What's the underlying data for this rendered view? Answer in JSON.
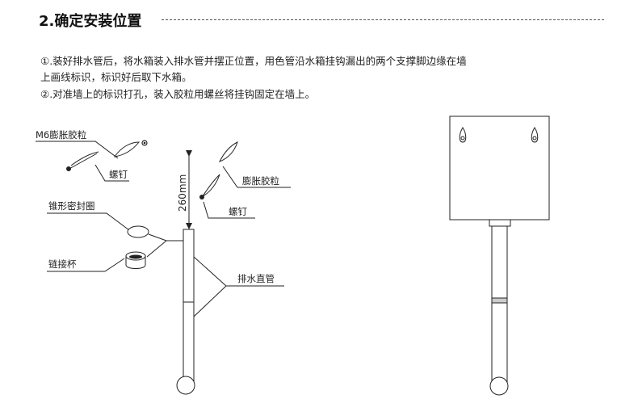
{
  "section": {
    "title": "2.确定安装位置"
  },
  "instructions": {
    "step1_line1": "①.装好排水管后，将水箱装入排水管并摆正位置，用色管沿水箱挂钩漏出的两个支撑脚边缘在墙",
    "step1_line2": "上画线标识，标识好后取下水箱。",
    "step2": "②.对准墙上的标识打孔，装入胶粒用螺丝将挂钩固定在墙上。"
  },
  "diagram_labels": {
    "m6_anchor": "M6膨胀胶粒",
    "screw_left": "螺钉",
    "anchor_right": "膨胀胶粒",
    "screw_right": "螺钉",
    "dimension": "260mm",
    "cone_seal": "锥形密封圈",
    "connector_cup": "链接杯",
    "drain_pipe": "排水直管"
  },
  "colors": {
    "line": "#222222",
    "title": "#111111",
    "band": "#cccccc"
  }
}
